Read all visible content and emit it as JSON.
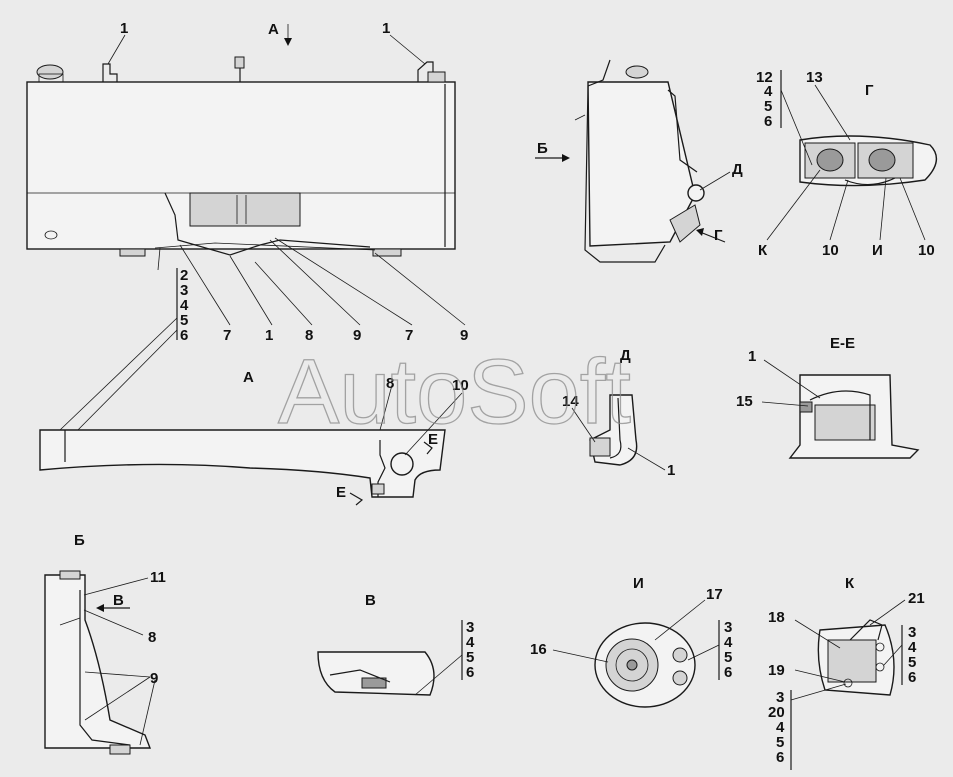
{
  "watermark": "AutoSoft",
  "views": {
    "main": {
      "view_arrow": "А",
      "callouts": {
        "c1a": "1",
        "c1b": "1",
        "b7a": "7",
        "b1": "1",
        "b8": "8",
        "b9a": "9",
        "b7b": "7",
        "b9b": "9"
      },
      "stack": [
        "2",
        "3",
        "4",
        "5",
        "6"
      ]
    },
    "view_a": {
      "title": "А",
      "d_mark": "Д",
      "c8": "8",
      "c10": "10",
      "e1": "Е",
      "e2": "Е"
    },
    "side": {
      "b_arrow": "Б",
      "d": "Д",
      "g": "Г"
    },
    "view_g": {
      "title": "Г",
      "c13": "13",
      "stack": [
        "12",
        "4",
        "5",
        "6"
      ],
      "k": "К",
      "c10a": "10",
      "i": "И",
      "c10b": "10"
    },
    "detail_d": {
      "c14": "14",
      "c1": "1"
    },
    "section_e": {
      "title": "Е-Е",
      "c1": "1",
      "c15": "15"
    },
    "view_b": {
      "title": "Б",
      "c11": "11",
      "v_arrow": "В",
      "c8": "8",
      "c9": "9"
    },
    "view_v": {
      "title": "В",
      "stack": [
        "3",
        "4",
        "5",
        "6"
      ]
    },
    "view_i": {
      "title": "И",
      "c17": "17",
      "c16": "16",
      "stack": [
        "3",
        "4",
        "5",
        "6"
      ]
    },
    "view_k": {
      "title": "К",
      "c21": "21",
      "c18": "18",
      "c19": "19",
      "stack_a": [
        "3",
        "4",
        "5",
        "6"
      ],
      "stack_b": [
        "3",
        "20",
        "4",
        "5",
        "6"
      ]
    }
  }
}
